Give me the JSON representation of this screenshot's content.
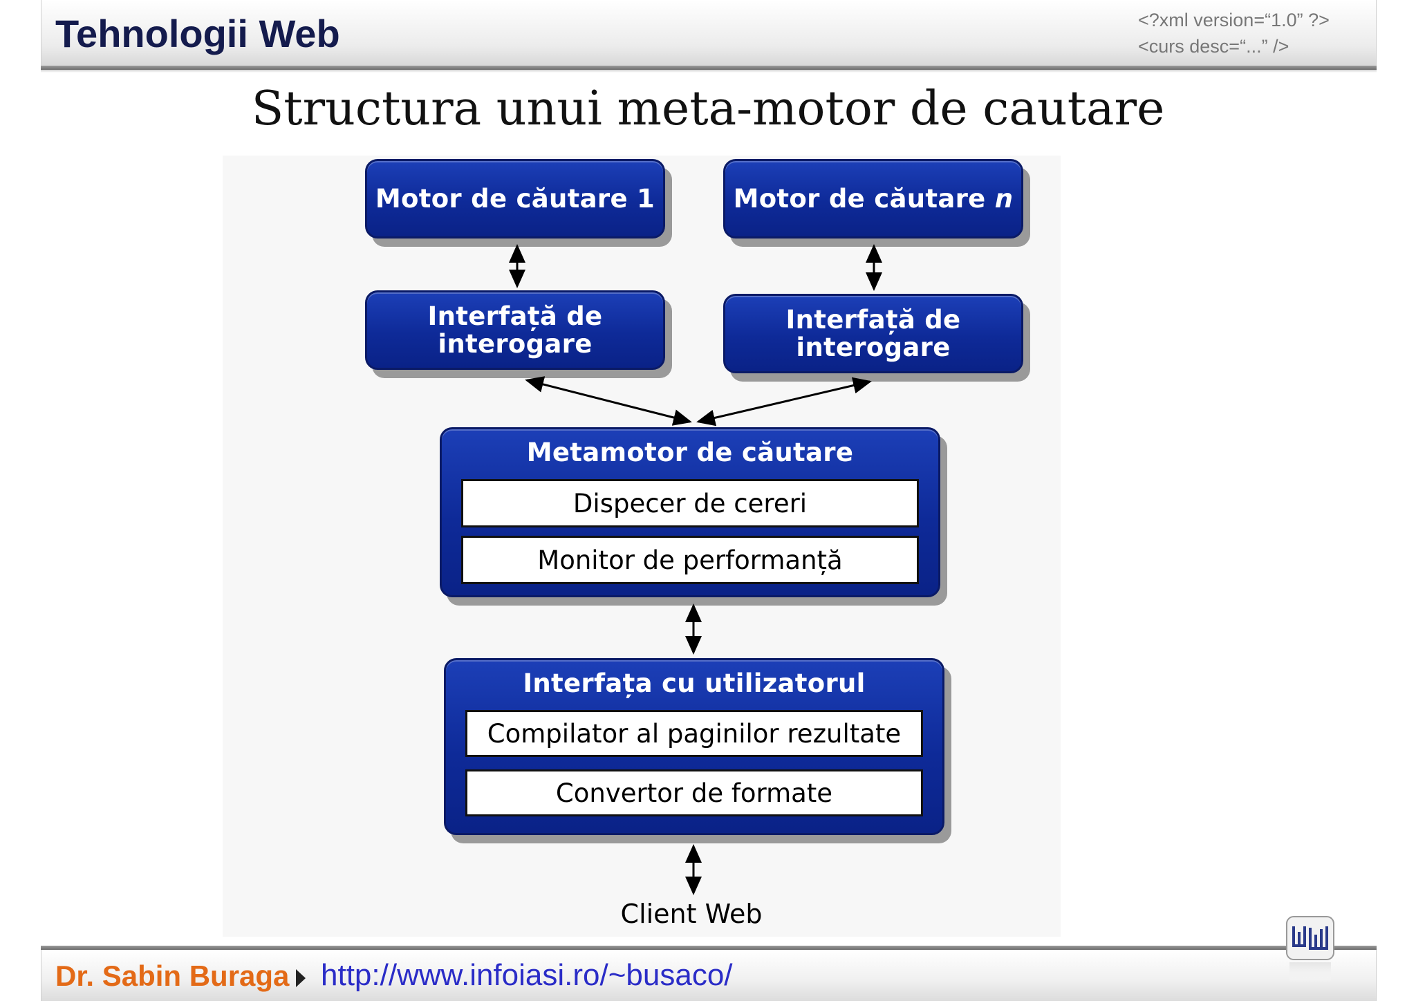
{
  "header": {
    "course_title": "Tehnologii Web",
    "xml_line_1": "<?xml version=“1.0” ?>",
    "xml_line_2": "<curs desc=“...” />"
  },
  "slide": {
    "title": "Structura unui meta-motor de cautare"
  },
  "diagram": {
    "engine_1": "Motor de căutare 1",
    "engine_n_prefix": "Motor de căutare ",
    "engine_n_suffix": "n",
    "query_iface_1_l1": "Interfață de",
    "query_iface_1_l2": "interogare",
    "query_iface_2_l1": "Interfață de",
    "query_iface_2_l2": "interogare",
    "metaengine": {
      "title": "Metamotor de căutare",
      "items": [
        "Dispecer de cereri",
        "Monitor de performanță"
      ]
    },
    "user_interface": {
      "title": "Interfața cu utilizatorul",
      "items": [
        "Compilator al paginilor rezultate",
        "Convertor de formate"
      ]
    },
    "client": "Client Web"
  },
  "footer": {
    "author": "Dr. Sabin Buraga",
    "url": "http://www.infoiasi.ro/~busaco/"
  }
}
